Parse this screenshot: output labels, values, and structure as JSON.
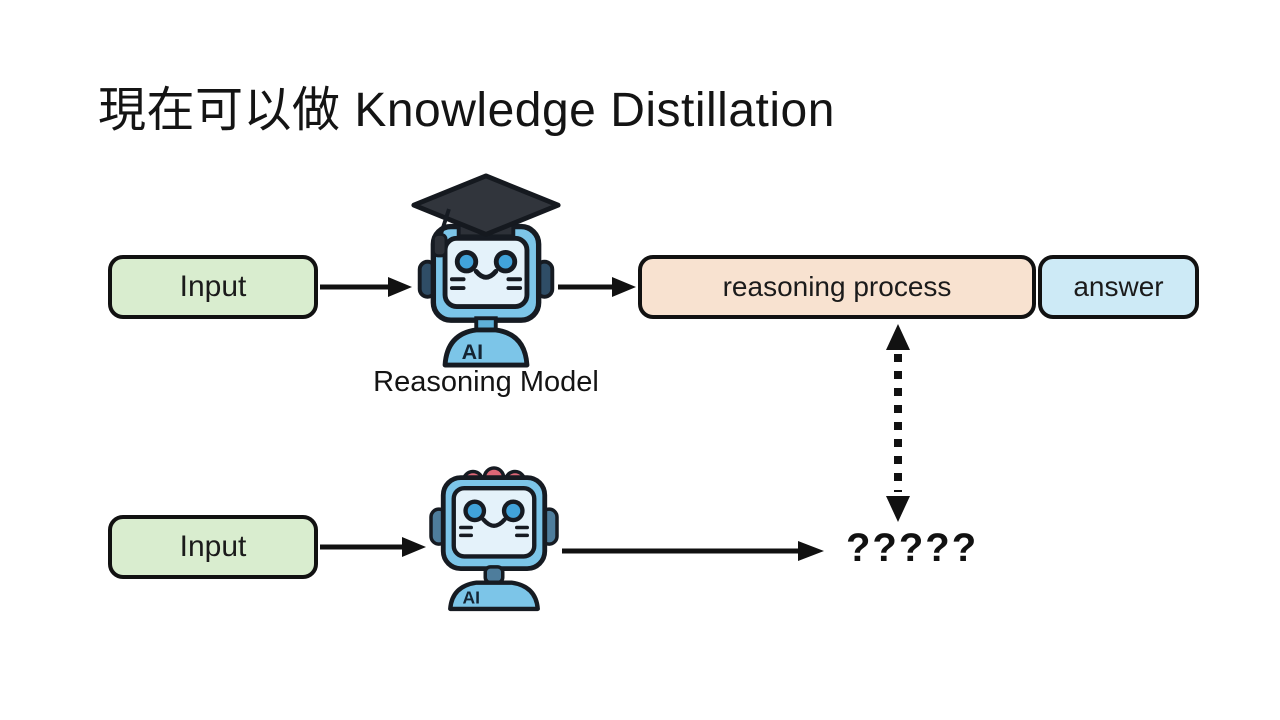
{
  "slide": {
    "title": "現在可以做 Knowledge Distillation"
  },
  "colors": {
    "background": "#ffffff",
    "box_border": "#111111",
    "input_fill": "#d9edcf",
    "reasoning_fill": "#f8e2d0",
    "answer_fill": "#cdeaf6",
    "arrow": "#111111",
    "robot_body": "#7cc5e8",
    "robot_screen": "#e4f2fa",
    "robot_eye": "#41a3da",
    "graduation_cap": "#31353c",
    "robot_bumps": "#dd6676"
  },
  "top_flow": {
    "input_label": "Input",
    "model_caption": "Reasoning Model",
    "reasoning_label": "reasoning process",
    "answer_label": "answer"
  },
  "bottom_flow": {
    "input_label": "Input",
    "unknown_output": "?????"
  },
  "robots": {
    "badge": "AI",
    "teacher_icon": "robot-with-graduation-cap-icon",
    "student_icon": "robot-icon"
  }
}
